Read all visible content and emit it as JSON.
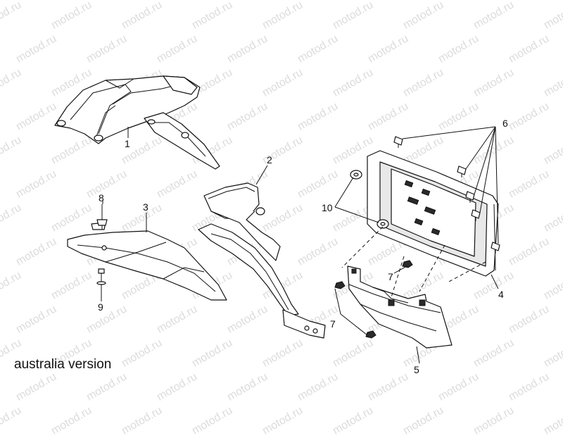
{
  "watermark": {
    "text": "motod.ru",
    "color": "#dcdcdc"
  },
  "caption": "australia version",
  "callouts": [
    {
      "id": "1",
      "label": "1"
    },
    {
      "id": "2",
      "label": "2"
    },
    {
      "id": "3",
      "label": "3"
    },
    {
      "id": "4",
      "label": "4"
    },
    {
      "id": "5",
      "label": "5"
    },
    {
      "id": "6",
      "label": "6"
    },
    {
      "id": "7a",
      "label": "7"
    },
    {
      "id": "7b",
      "label": "7"
    },
    {
      "id": "8",
      "label": "8"
    },
    {
      "id": "9",
      "label": "9"
    },
    {
      "id": "10",
      "label": "10"
    }
  ]
}
